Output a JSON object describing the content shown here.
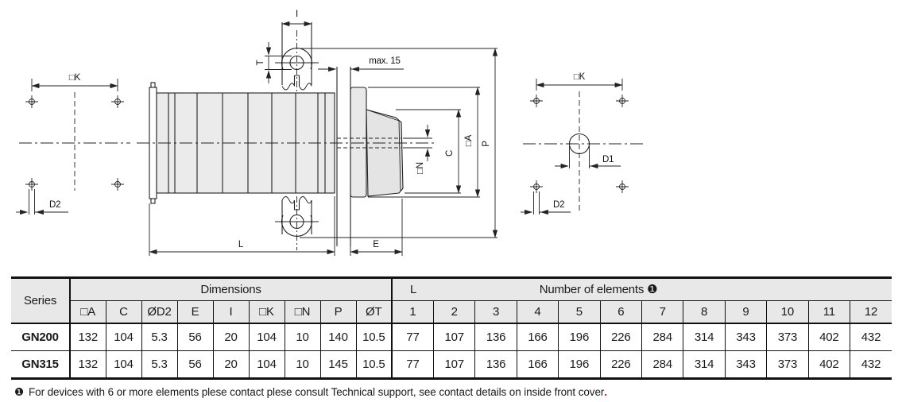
{
  "drawing": {
    "left_view": {
      "k_label": "□K",
      "d2_label": "D2"
    },
    "middle_view": {
      "i_label": "I",
      "t_label": "T",
      "max15_label": "max. 15",
      "n_label": "□N",
      "c_label": "C",
      "a_label": "□A",
      "p_label": "P",
      "l_label": "L",
      "e_label": "E"
    },
    "right_view": {
      "k_label": "□K",
      "d1_label": "D1",
      "d2_label": "D2"
    }
  },
  "table": {
    "series_header": "Series",
    "dimensions_header": "Dimensions",
    "elements_l": "L",
    "elements_header": "Number of elements ❶",
    "dim_columns": [
      "□A",
      "C",
      "ØD2",
      "E",
      "I",
      "□K",
      "□N",
      "P",
      "ØT"
    ],
    "element_columns": [
      "1",
      "2",
      "3",
      "4",
      "5",
      "6",
      "7",
      "8",
      "9",
      "10",
      "11",
      "12"
    ],
    "rows": [
      {
        "series": "GN200",
        "values": [
          "132",
          "104",
          "5.3",
          "56",
          "20",
          "104",
          "10",
          "140",
          "10.5",
          "77",
          "107",
          "136",
          "166",
          "196",
          "226",
          "284",
          "314",
          "343",
          "373",
          "402",
          "432"
        ]
      },
      {
        "series": "GN315",
        "values": [
          "132",
          "104",
          "5.3",
          "56",
          "20",
          "104",
          "10",
          "145",
          "10.5",
          "77",
          "107",
          "136",
          "166",
          "196",
          "226",
          "284",
          "314",
          "343",
          "373",
          "402",
          "432"
        ]
      }
    ]
  },
  "footnote": {
    "marker": "❶",
    "text": "For devices with 6 or more elements plese contact plese consult Technical support, see contact details on inside front cover",
    "period": "."
  },
  "colors": {
    "line": "#1a1a1a",
    "header_bg": "#e8e8e8",
    "body_fill": "#ebebeb",
    "accent_period": "#b22222"
  }
}
